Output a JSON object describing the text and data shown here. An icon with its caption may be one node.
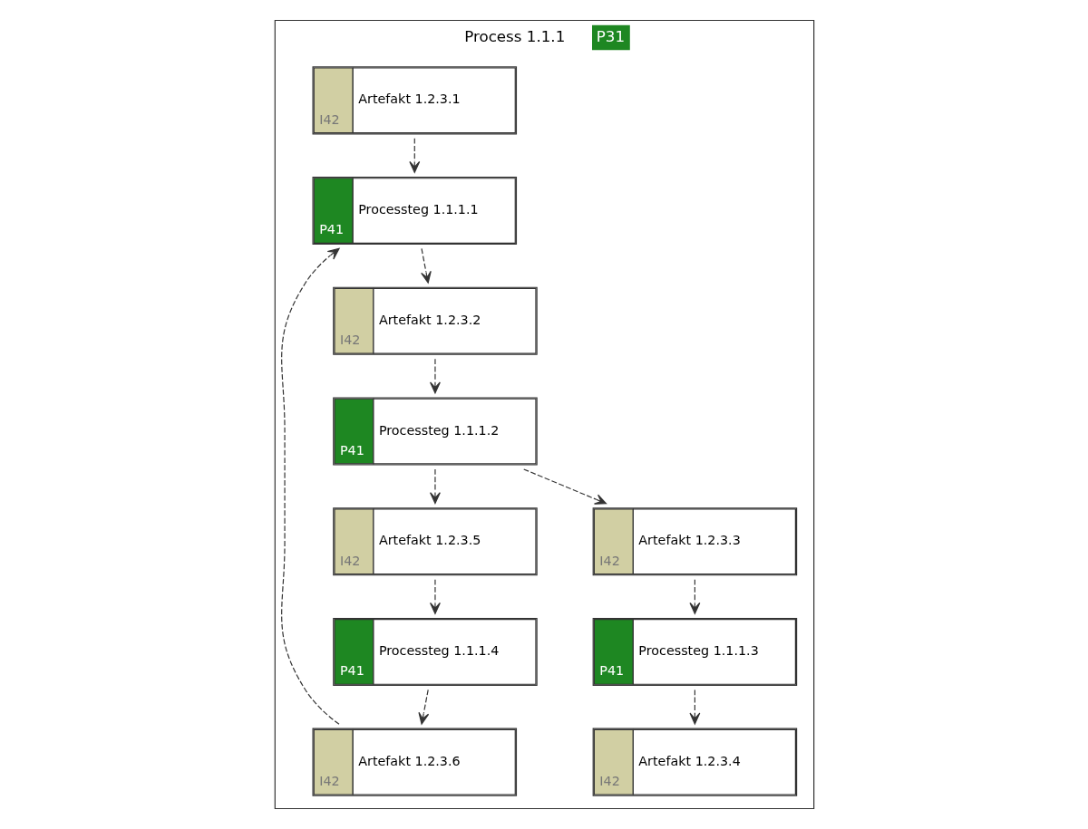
{
  "diagram": {
    "nodes": [
      {
        "text": [
          "Process 1.1.1",
          "P31"
        ]
      },
      {
        "text": [
          "Artefakt 1.2.3.1",
          "I42"
        ],
        "in": 0
      },
      {
        "text": [
          "Artefakt 1.2.3.6",
          "I42"
        ],
        "in": 0
      },
      {
        "text": [
          "Processteg 1.1.1.1",
          "P41"
        ],
        "in": 0
      },
      {
        "text": [
          "Processteg 1.1.1.4",
          "P41"
        ],
        "in": 0
      },
      {
        "text": [
          "Artefakt 1.2.3.2",
          "I42"
        ],
        "in": 0
      },
      {
        "text": [
          "Artefakt 1.2.3.5",
          "I42"
        ],
        "in": 0
      },
      {
        "text": [
          "Processteg 1.1.1.2",
          "P41"
        ],
        "in": 0
      },
      {
        "text": [
          "Artefakt 1.2.3.3",
          "I42"
        ],
        "in": 0
      },
      {
        "text": [
          "Processteg 1.1.1.3",
          "P41"
        ],
        "in": 0
      },
      {
        "text": [
          "Artefakt 1.2.3.4",
          "I42"
        ],
        "in": 0
      }
    ],
    "edges": [
      {
        "from": 1,
        "to": 3,
        "arrow": "to",
        "style": "dashed"
      },
      {
        "from": 2,
        "to": 3,
        "arrow": "to",
        "style": "dashed"
      },
      {
        "from": 3,
        "to": 5,
        "arrow": "to",
        "style": "dashed"
      },
      {
        "from": 5,
        "to": 7,
        "arrow": "to",
        "style": "dashed"
      },
      {
        "from": 7,
        "to": 6,
        "arrow": "to",
        "style": "dashed"
      },
      {
        "from": 7,
        "to": 8,
        "arrow": "to",
        "style": "dashed"
      },
      {
        "from": 8,
        "to": 9,
        "arrow": "to",
        "style": "dashed"
      },
      {
        "from": 9,
        "to": 10,
        "arrow": "to",
        "style": "dashed"
      },
      {
        "from": 6,
        "to": 4,
        "arrow": "to",
        "style": "dashed"
      },
      {
        "from": 4,
        "to": 2,
        "arrow": "to",
        "style": "dashed"
      }
    ]
  }
}
